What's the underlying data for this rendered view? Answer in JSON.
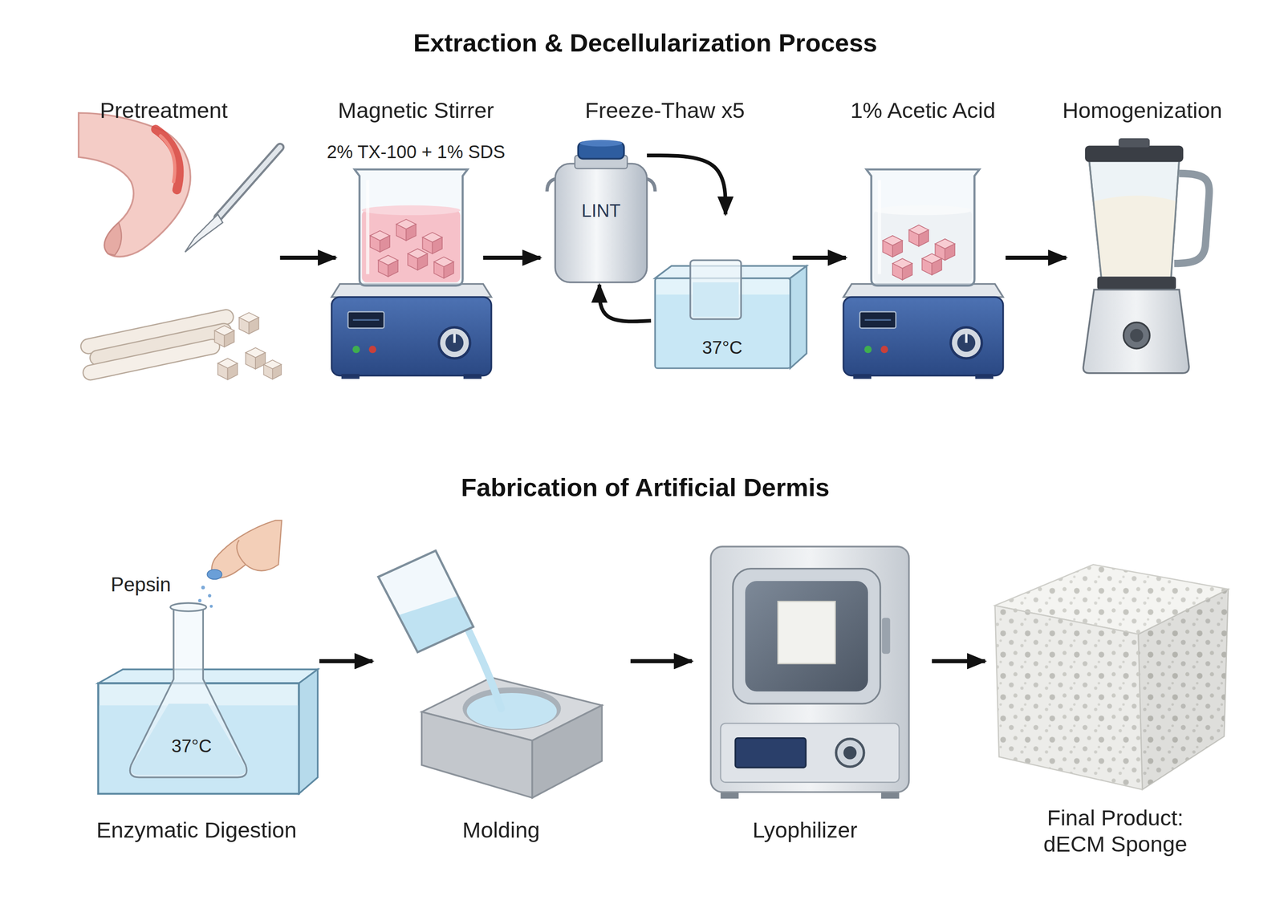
{
  "diagram": {
    "nodes": [
      {
        "text": [
          "Pretreatment"
        ]
      },
      {
        "text": [
          "Magnetic Stirrer",
          "2% TX-100 + 1% SDS"
        ]
      },
      {
        "text": [
          "Freeze-Thaw x5"
        ]
      },
      {
        "text": [
          "LINT"
        ],
        "in": 2
      },
      {
        "text": [
          "37°C"
        ],
        "in": 2
      },
      {
        "text": [
          "1% Acetic Acid"
        ]
      },
      {
        "text": [
          "Homogenization"
        ]
      },
      {
        "text": [
          "Pepsin",
          "37°C",
          "Enzymatic Digestion"
        ]
      },
      {
        "text": [
          "Molding"
        ]
      },
      {
        "text": [
          "Lyophilizer"
        ]
      },
      {
        "text": [
          "Final Product: dECM Sponge"
        ]
      }
    ],
    "edges": [
      {
        "from": 0,
        "to": 1,
        "arrow": "to"
      },
      {
        "from": 1,
        "to": 3,
        "arrow": "to"
      },
      {
        "from": 3,
        "to": 4,
        "arrow": "to"
      },
      {
        "from": 4,
        "to": 3,
        "arrow": "to"
      },
      {
        "from": 4,
        "to": 5,
        "arrow": "to"
      },
      {
        "from": 5,
        "to": 6,
        "arrow": "to"
      },
      {
        "from": 7,
        "to": 8,
        "arrow": "to"
      },
      {
        "from": 8,
        "to": 9,
        "arrow": "to"
      },
      {
        "from": 9,
        "to": 10,
        "arrow": "to"
      }
    ],
    "labels": [
      "Extraction & Decellularization Process",
      "Fabrication of Artificial Dermis"
    ]
  }
}
